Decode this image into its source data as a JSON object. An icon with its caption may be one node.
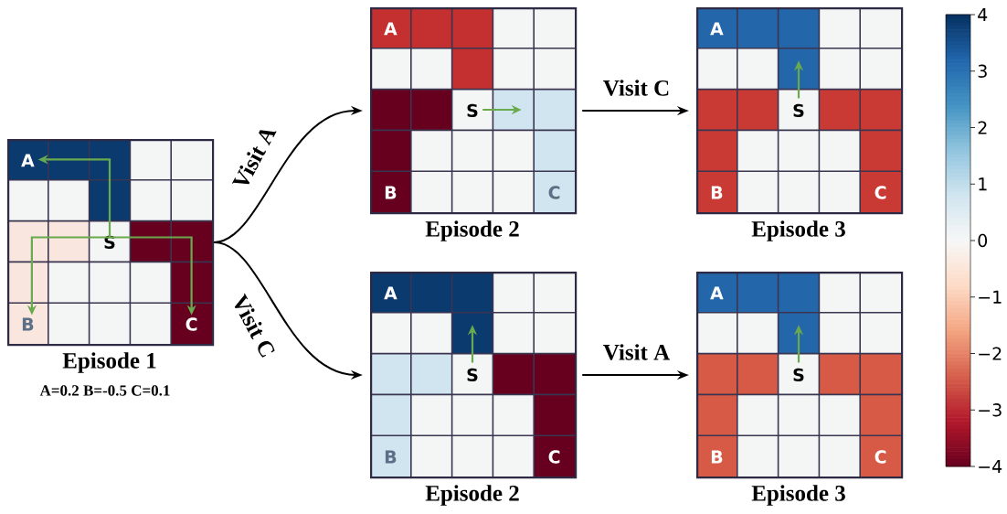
{
  "diagram": {
    "nodes": [
      {
        "text": [
          "A",
          "S",
          "B",
          "C",
          "Episode 1"
        ],
        "beside": [
          "A=0.2   B=-0.5   C=0.1"
        ]
      },
      {
        "text": [
          "A",
          "S",
          "B",
          "C",
          "Episode 2"
        ]
      },
      {
        "text": [
          "A",
          "S",
          "B",
          "C",
          "Episode 3"
        ]
      },
      {
        "text": [
          "A",
          "S",
          "B",
          "C",
          "Episode 2"
        ]
      },
      {
        "text": [
          "A",
          "S",
          "B",
          "C",
          "Episode 3"
        ]
      }
    ],
    "edges": [
      {
        "from": 0,
        "to": 1,
        "arrow": "to",
        "label": "Visit A"
      },
      {
        "from": 0,
        "to": 3,
        "arrow": "to",
        "label": "Visit C"
      },
      {
        "from": 1,
        "to": 2,
        "arrow": "to",
        "label": "Visit C"
      },
      {
        "from": 3,
        "to": 4,
        "arrow": "to",
        "label": "Visit A"
      }
    ],
    "labels": [
      "4",
      "3",
      "2",
      "1",
      "0",
      "−1",
      "−2",
      "−3",
      "−4"
    ]
  }
}
